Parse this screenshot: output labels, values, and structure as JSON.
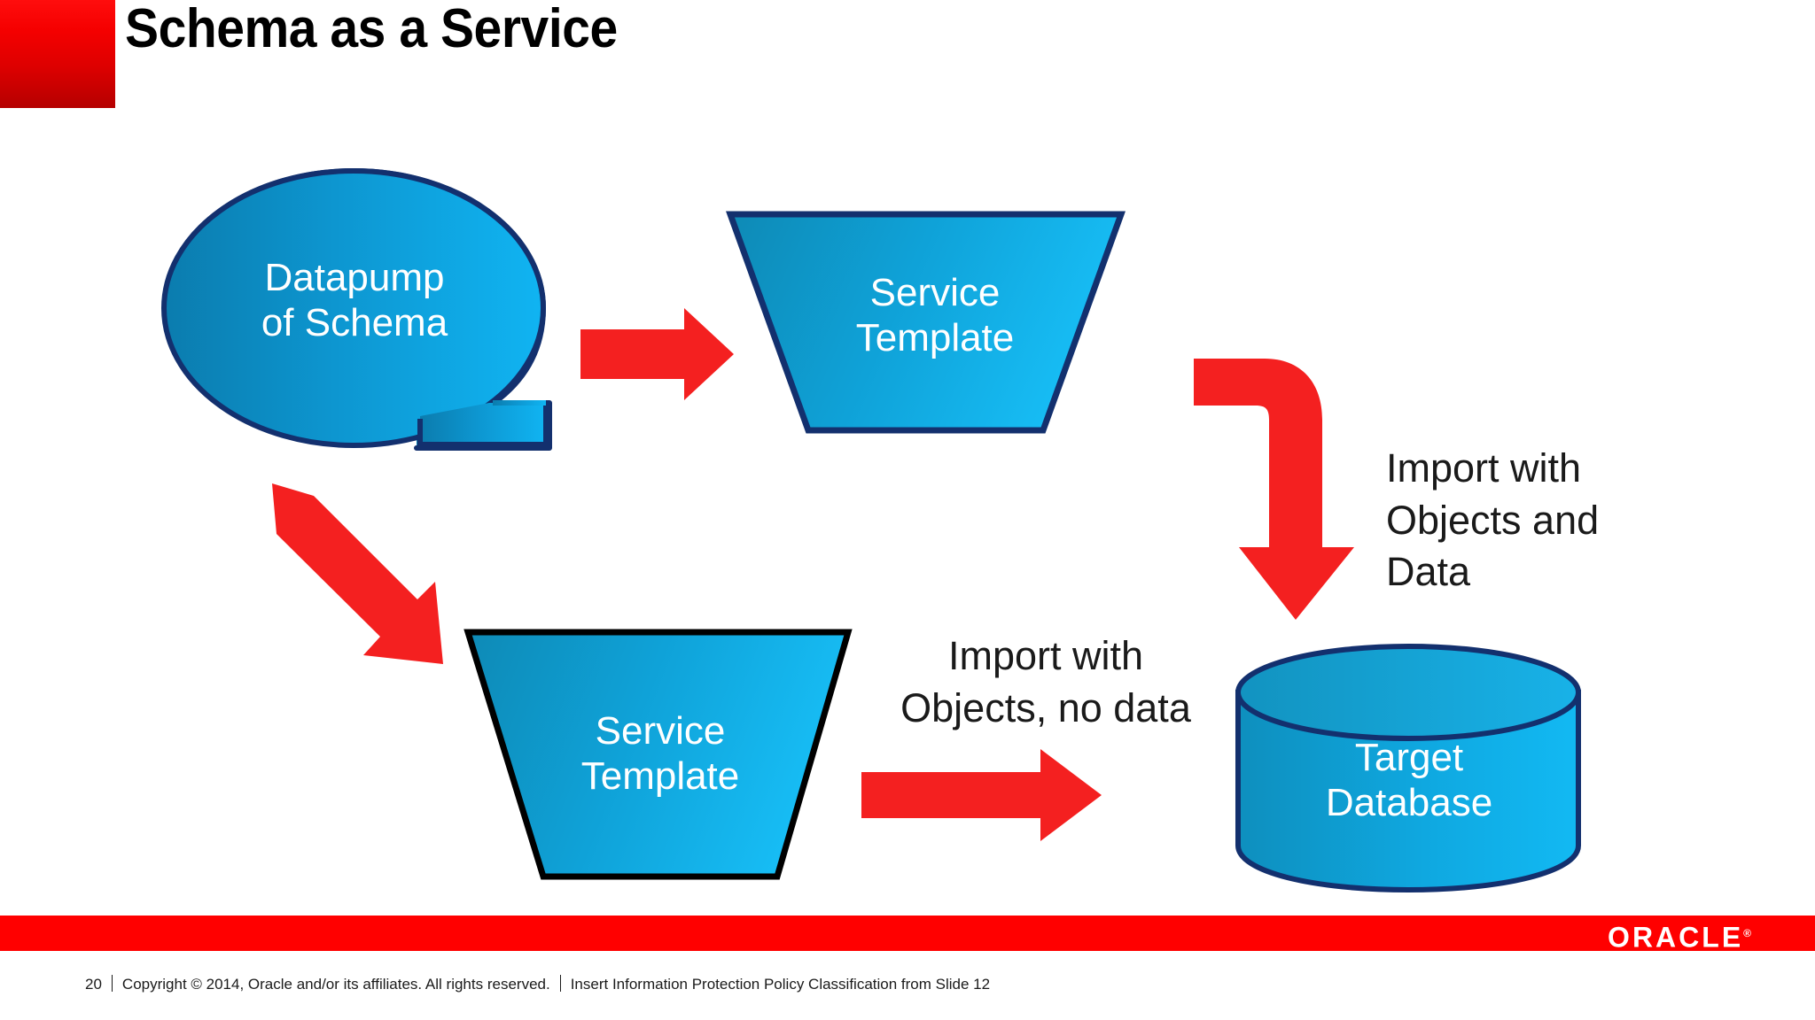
{
  "slide": {
    "title": "Schema as a Service",
    "accent_color": "#ff0000",
    "background_color": "#ffffff"
  },
  "diagram": {
    "shape_border_navy": "#13306e",
    "shape_border_black": "#000000",
    "shape_fill_dark": "#0f7fb4",
    "shape_fill_light": "#0fb0ee",
    "arrow_color": "#f42020",
    "nodes": [
      {
        "id": "datapump",
        "type": "callout-ellipse",
        "label": "Datapump\nof Schema"
      },
      {
        "id": "service-template-top",
        "type": "trapezoid",
        "label": "Service\nTemplate"
      },
      {
        "id": "service-template-bottom",
        "type": "trapezoid",
        "label": "Service\nTemplate"
      },
      {
        "id": "target-database",
        "type": "cylinder",
        "label": "Target\nDatabase"
      }
    ],
    "annotations": [
      {
        "id": "import-objects-and-data",
        "text": "Import with\nObjects and\nData"
      },
      {
        "id": "import-objects-no-data",
        "text": "Import with\nObjects, no data"
      }
    ],
    "arrows": [
      {
        "id": "datapump-to-service-template-top",
        "direction": "right"
      },
      {
        "id": "datapump-to-service-template-bottom",
        "direction": "down-right-diagonal"
      },
      {
        "id": "service-template-top-to-target-database",
        "direction": "elbow-right-down"
      },
      {
        "id": "service-template-bottom-to-target-database",
        "direction": "right"
      }
    ]
  },
  "footer": {
    "page_number": "20",
    "copyright": "Copyright © 2014, Oracle and/or its affiliates. All rights reserved.",
    "classification": "Insert Information Protection Policy Classification from Slide 12",
    "logo": "ORACLE",
    "logo_mark": "®",
    "bar_color": "#ff0000"
  }
}
